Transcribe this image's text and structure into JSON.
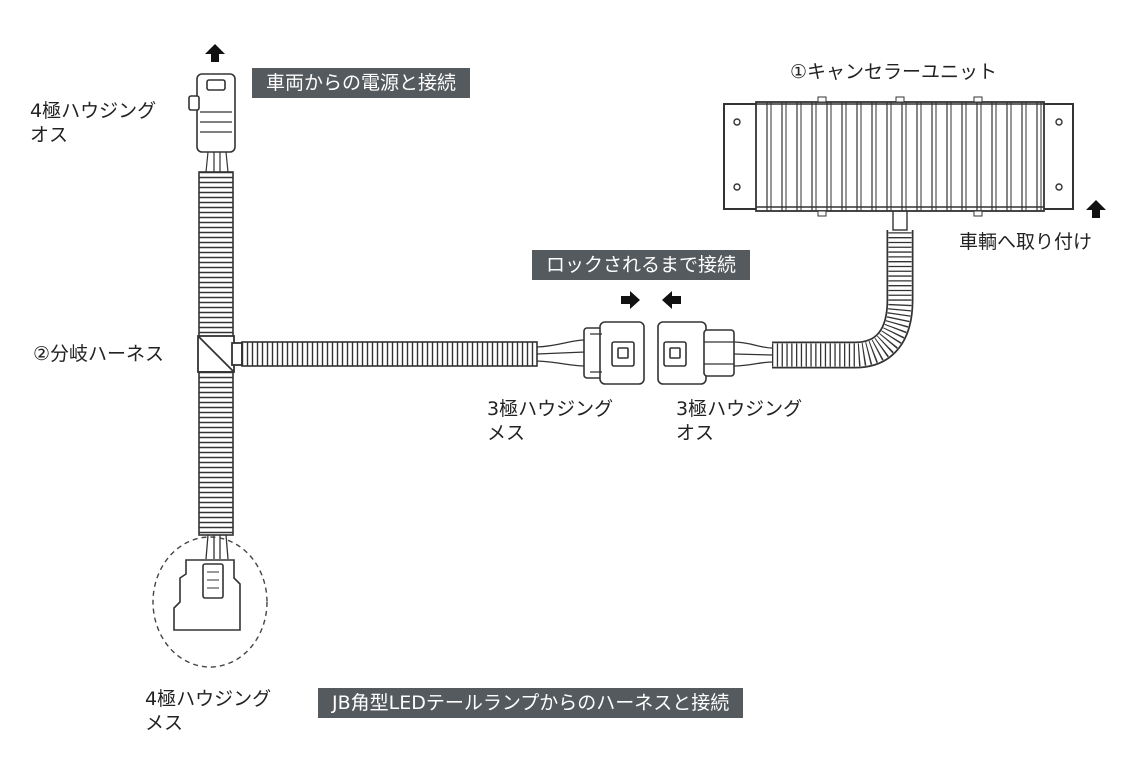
{
  "labels": {
    "male_4pin_line1": "4極ハウジング",
    "male_4pin_line2": "オス",
    "power_connect": "車両からの電源と接続",
    "canceller_unit": "①キャンセラーユニット",
    "vehicle_mount": "車輌へ取り付け",
    "lock_connect": "ロックされるまで接続",
    "branch_harness": "②分岐ハーネス",
    "female_3pin_line1": "3極ハウジング",
    "female_3pin_line2": "メス",
    "male_3pin_line1": "3極ハウジング",
    "male_3pin_line2": "オス",
    "female_4pin_line1": "4極ハウジング",
    "female_4pin_line2": "メス",
    "jb_connect": "JB角型LEDテールランプからのハーネスと接続"
  },
  "colors": {
    "line": "#333333",
    "label_box": "#555a5e",
    "label_box_text": "#ffffff"
  },
  "icons": [
    "arrow-up-icon",
    "arrow-right-icon",
    "arrow-left-icon"
  ]
}
